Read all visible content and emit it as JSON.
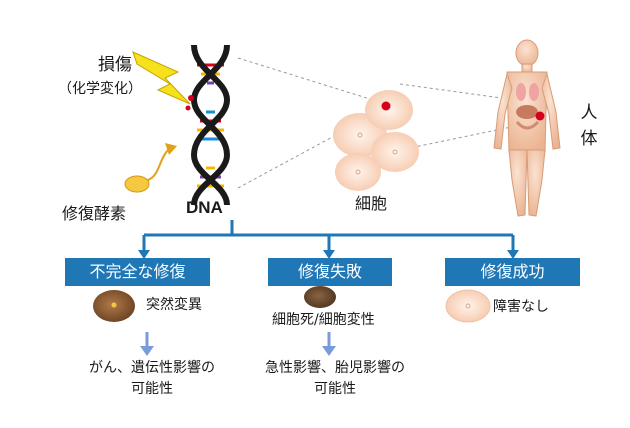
{
  "labels": {
    "damage": "損傷",
    "damage_sub": "（化学変化）",
    "enzyme": "修復酵素",
    "dna": "DNA",
    "cell": "細胞",
    "human": "人体"
  },
  "outcomes": [
    {
      "box": "不完全な修復",
      "result": "突然変異",
      "consequence": [
        "がん、遺伝性影響の",
        "可能性"
      ]
    },
    {
      "box": "修復失敗",
      "result": "細胞死/細胞変性",
      "consequence": [
        "急性影響、胎児影響の",
        "可能性"
      ]
    },
    {
      "box": "修復成功",
      "result": "障害なし"
    }
  ],
  "colors": {
    "box_blue": "#1f77b6",
    "arrow_light_blue": "#7a9bd9",
    "lightning": "#f5e11c",
    "damage_red": "#d6001c",
    "skin": "#f7d3b8",
    "cell": "#fbe0cf",
    "mutated_cell": "#8b5a32",
    "dead_cell": "#6b4a2e"
  }
}
